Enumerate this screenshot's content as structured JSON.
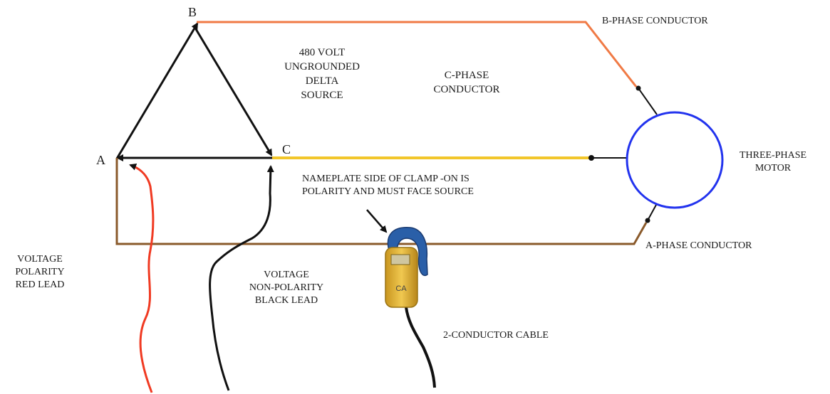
{
  "vertices": {
    "a": "A",
    "b": "B",
    "c": "C"
  },
  "source": {
    "lines": [
      "480 VOLT",
      "UNGROUNDED",
      "DELTA",
      "SOURCE"
    ]
  },
  "conductors": {
    "b_phase": "B-PHASE CONDUCTOR",
    "c_phase": [
      "C-PHASE",
      "CONDUCTOR"
    ],
    "a_phase": "A-PHASE CONDUCTOR"
  },
  "motor": {
    "lines": [
      "THREE-PHASE",
      "MOTOR"
    ]
  },
  "clamp_note": {
    "lines": [
      "NAMEPLATE  SIDE OF CLAMP -ON IS",
      "POLARITY AND MUST FACE  SOURCE"
    ]
  },
  "leads": {
    "red": [
      "VOLTAGE",
      "POLARITY",
      "RED LEAD"
    ],
    "black": [
      "VOLTAGE",
      "NON-POLARITY",
      "BLACK  LEAD"
    ]
  },
  "cable": "2-CONDUCTOR CABLE",
  "clamp_marking": "CA",
  "colors": {
    "b_phase": "#f07a45",
    "c_phase": "#f2c62a",
    "a_phase": "#8a5a2b",
    "motor": "#2233ee",
    "red_lead": "#f03a22",
    "black_lead": "#111111",
    "clamp_body": "#e0b43a",
    "clamp_jaw": "#2a5fa8"
  }
}
